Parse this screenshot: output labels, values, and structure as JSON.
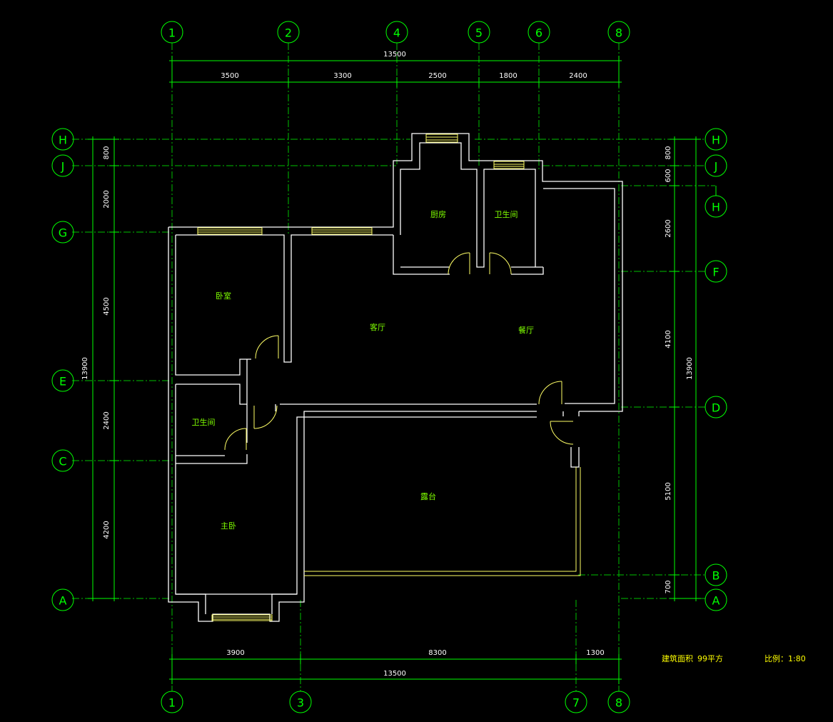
{
  "grid": {
    "top": [
      "1",
      "2",
      "4",
      "5",
      "6",
      "8"
    ],
    "bottom": [
      "1",
      "3",
      "7",
      "8"
    ],
    "left": [
      "H",
      "J",
      "G",
      "E",
      "C",
      "A"
    ],
    "right": [
      "H",
      "J",
      "H",
      "F",
      "D",
      "B",
      "A"
    ]
  },
  "dims": {
    "top_total": "13500",
    "top": [
      "3500",
      "3300",
      "2500",
      "1800",
      "2400"
    ],
    "bottom": [
      "3900",
      "8300",
      "1300"
    ],
    "bottom_total": "13500",
    "left": [
      "800",
      "2000",
      "4500",
      "2400",
      "4200"
    ],
    "left_total": "13900",
    "right": [
      "800",
      "600",
      "2600",
      "4100",
      "5100",
      "700"
    ],
    "right_total": "13900"
  },
  "rooms": {
    "bedroom": "卧室",
    "kitchen": "厨房",
    "bathroom_top": "卫生间",
    "living": "客厅",
    "dining": "餐厅",
    "bathroom_left": "卫生间",
    "balcony": "露台",
    "master": "主卧"
  },
  "notes": {
    "area_label": "建筑面积",
    "area_value": "99平方",
    "scale": "比例：1:80"
  },
  "colors": {
    "grid": "#00ff00",
    "wall": "#ffffff",
    "window": "#ffff66",
    "background": "#000000"
  }
}
